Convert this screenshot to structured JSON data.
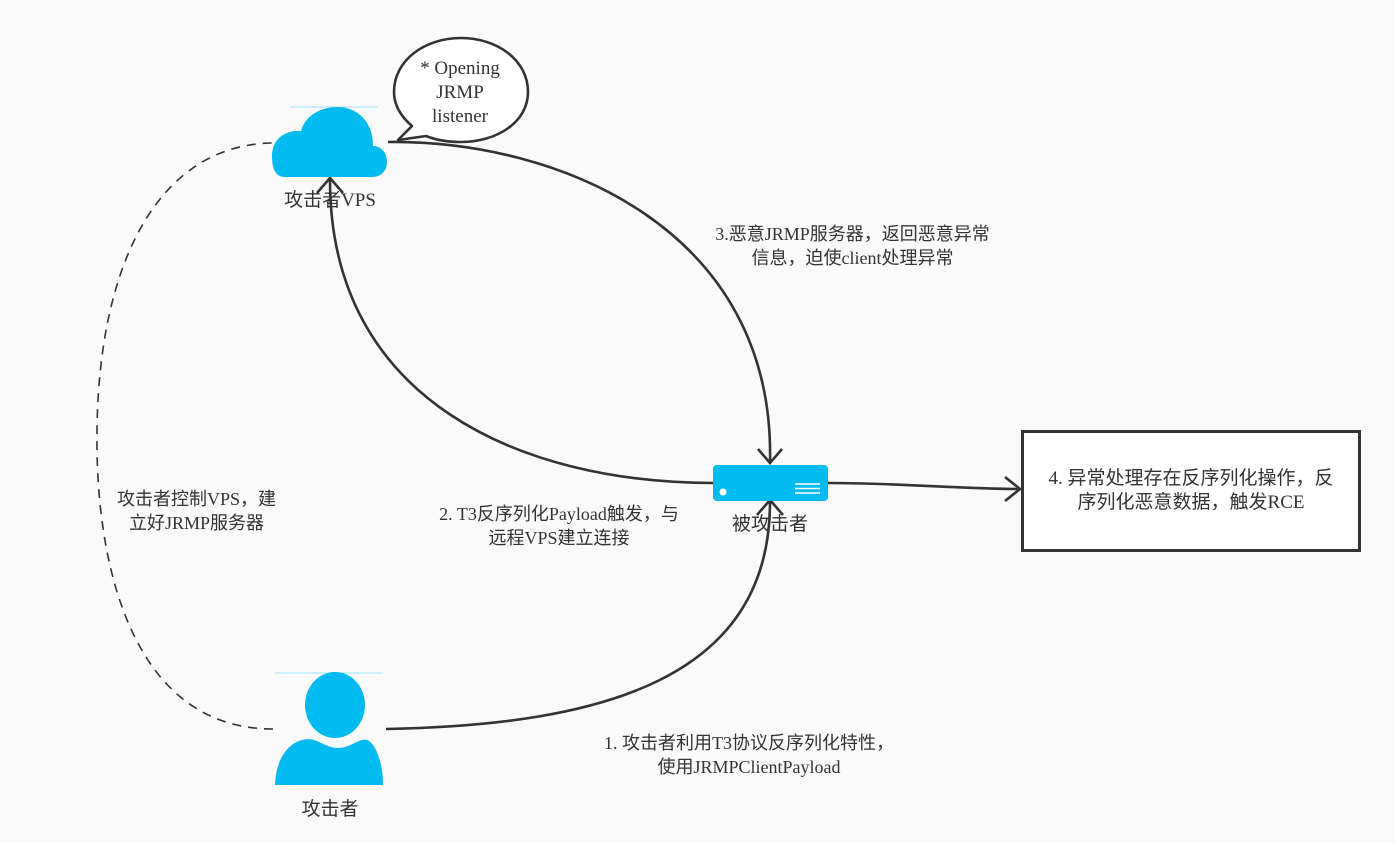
{
  "colors": {
    "background": "#fafafa",
    "icon_fill": "#00baf0",
    "stroke": "#333333",
    "text": "#333333"
  },
  "nodes": {
    "vps": {
      "label": "攻击者VPS",
      "icon": "cloud-icon"
    },
    "target": {
      "label": "被攻击者",
      "icon": "server-icon"
    },
    "attacker": {
      "label": "攻击者",
      "icon": "user-icon"
    },
    "result": {
      "text": "4. 异常处理存在反序列化操作，反\n序列化恶意数据，触发RCE"
    }
  },
  "callout": {
    "text": "* Opening\nJRMP\nlistener"
  },
  "edges": {
    "control": {
      "label": "攻击者控制VPS，建\n立好JRMP服务器",
      "style": "dashed"
    },
    "step1": {
      "label": "1. 攻击者利用T3协议反序列化特性，\n使用JRMPClientPayload"
    },
    "step2": {
      "label": "2. T3反序列化Payload触发，与\n远程VPS建立连接"
    },
    "step3": {
      "label": "3.恶意JRMP服务器，返回恶意异常\n信息，迫使client处理异常"
    },
    "step4": {
      "label": ""
    }
  }
}
